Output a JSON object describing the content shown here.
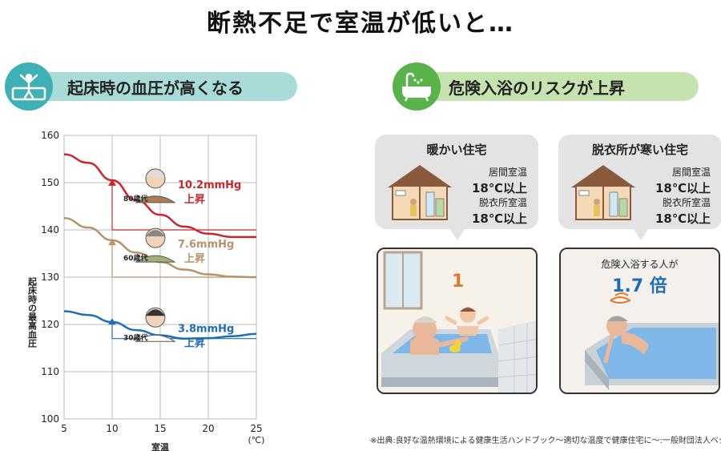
{
  "title": "断熱不足で室温が低いと…",
  "left_section": {
    "heading": "起床時の血圧が高くなる",
    "icon": "person-stretching-icon"
  },
  "right_section": {
    "heading": "危険入浴のリスクが上昇",
    "icon": "bathtub-icon"
  },
  "chart_data": {
    "type": "line",
    "xlabel": "室温",
    "x_unit": "(℃)",
    "ylabel": "起床時の最高血圧",
    "xlim": [
      5,
      25
    ],
    "ylim": [
      100,
      160
    ],
    "xticks": [
      5,
      10,
      15,
      20,
      25
    ],
    "yticks": [
      100,
      110,
      120,
      130,
      140,
      150,
      160
    ],
    "grid": true,
    "series": [
      {
        "name": "80歳代",
        "color": "#c8282d",
        "x": [
          5,
          7.5,
          10,
          12.5,
          15,
          17.5,
          20,
          22.5,
          25
        ],
        "values": [
          156,
          154.2,
          150.5,
          146.3,
          143.2,
          140.7,
          139.2,
          138.5,
          138.5
        ],
        "increase": "10.2mmHg",
        "increase_suffix": "上昇",
        "rise_from": 140,
        "rise_to": 150.2
      },
      {
        "name": "60歳代",
        "color": "#b8926a",
        "x": [
          5,
          7.5,
          10,
          12.5,
          15,
          17.5,
          20,
          22.5,
          25
        ],
        "values": [
          142.5,
          140.5,
          137.8,
          135.2,
          133.2,
          131.6,
          130.6,
          130.1,
          130
        ],
        "increase": "7.6mmHg",
        "increase_suffix": "上昇",
        "rise_from": 130,
        "rise_to": 137.6
      },
      {
        "name": "30歳代",
        "color": "#1f6db3",
        "x": [
          5,
          7.5,
          10,
          12.5,
          15,
          17.5,
          20,
          22.5,
          25
        ],
        "values": [
          122.8,
          122,
          120.5,
          118.8,
          117.7,
          117,
          117.1,
          117.5,
          118
        ],
        "increase": "3.8mmHg",
        "increase_suffix": "上昇",
        "rise_from": 117,
        "rise_to": 120.8
      }
    ]
  },
  "warm_house": {
    "title": "暖かい住宅",
    "room1_label": "居間室温",
    "room1_value": "18℃以上",
    "room2_label": "脱衣所室温",
    "room2_value": "18℃以上",
    "scene_value": "1"
  },
  "cold_house": {
    "title": "脱衣所が寒い住宅",
    "room1_label": "居間室温",
    "room1_value": "18℃以上",
    "room2_label": "脱衣所室温",
    "room2_value": "18℃以上",
    "scene_text": "危険入浴する人が",
    "scene_value": "1.7 倍"
  },
  "footnote": "※出典:良好な温熱環境による健康生活ハンドブック〜適切な温度で健康住宅に〜:一般財団法人ベタ",
  "colors": {
    "accent_blue": "#1f6db3",
    "accent_red": "#c8282d",
    "accent_gold": "#b8926a",
    "orange": "#e07a2a"
  }
}
